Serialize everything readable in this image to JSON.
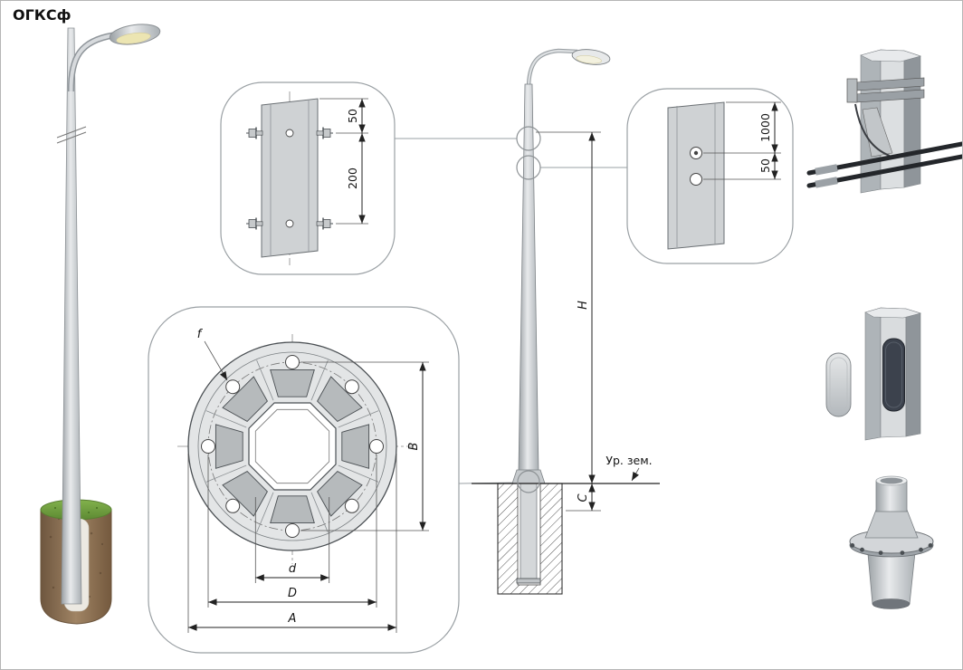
{
  "title": "ОГКСф",
  "colors": {
    "background": "#ffffff",
    "outline": "#4a4f53",
    "dimension_line": "#222222",
    "callout_border": "#9aa0a4",
    "pole_light": "#e8eaec",
    "pole_mid": "#aab0b4",
    "foundation_brown": "#8d7256",
    "grass_green": "#71a23f",
    "lamp_lens": "#ece5b2",
    "rod_dark": "#24272b",
    "hatch_opening": "#3c424d"
  },
  "callout_top": {
    "dim_upper": "50",
    "dim_lower": "200"
  },
  "callout_right": {
    "dim_upper": "1000",
    "dim_lower": "50"
  },
  "callout_flange": {
    "hole_label": "f",
    "vertical_span_label": "B",
    "inner_dia_label": "d",
    "bolt_circle_label": "D",
    "outer_dia_label": "A"
  },
  "elevation": {
    "height_label": "H",
    "embedment_label": "C",
    "ground_level_label": "Ур. зем."
  }
}
